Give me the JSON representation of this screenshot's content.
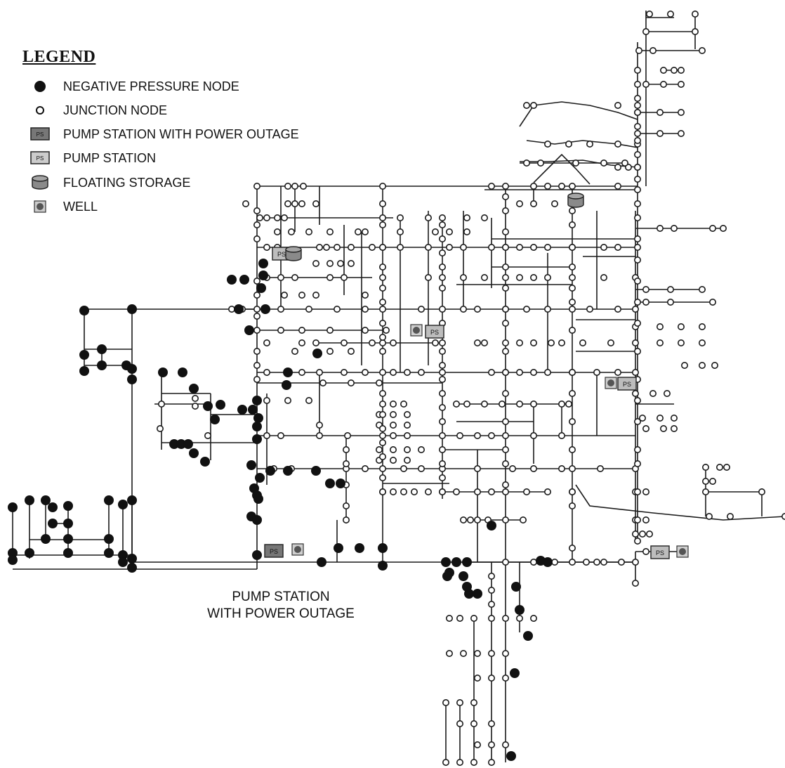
{
  "legend": {
    "title": "LEGEND",
    "items": [
      {
        "symbol": "negative-pressure-node",
        "label": "NEGATIVE PRESSURE NODE"
      },
      {
        "symbol": "junction-node",
        "label": "JUNCTION NODE"
      },
      {
        "symbol": "pump-station-outage",
        "label": "PUMP STATION WITH POWER OUTAGE"
      },
      {
        "symbol": "pump-station",
        "label": "PUMP STATION"
      },
      {
        "symbol": "floating-storage",
        "label": "FLOATING STORAGE"
      },
      {
        "symbol": "well",
        "label": "WELL"
      }
    ]
  },
  "pump_symbol_text": "PS",
  "annotation": {
    "line1": "PUMP STATION",
    "line2": "WITH POWER OUTAGE"
  },
  "colors": {
    "line": "#1a1a1a",
    "negative_node": "#111111",
    "junction_fill": "#ffffff",
    "pump_outage": "#777777",
    "pump": "#bdbdbd",
    "storage": "#8a8a8a",
    "well_dot": "#555555"
  }
}
